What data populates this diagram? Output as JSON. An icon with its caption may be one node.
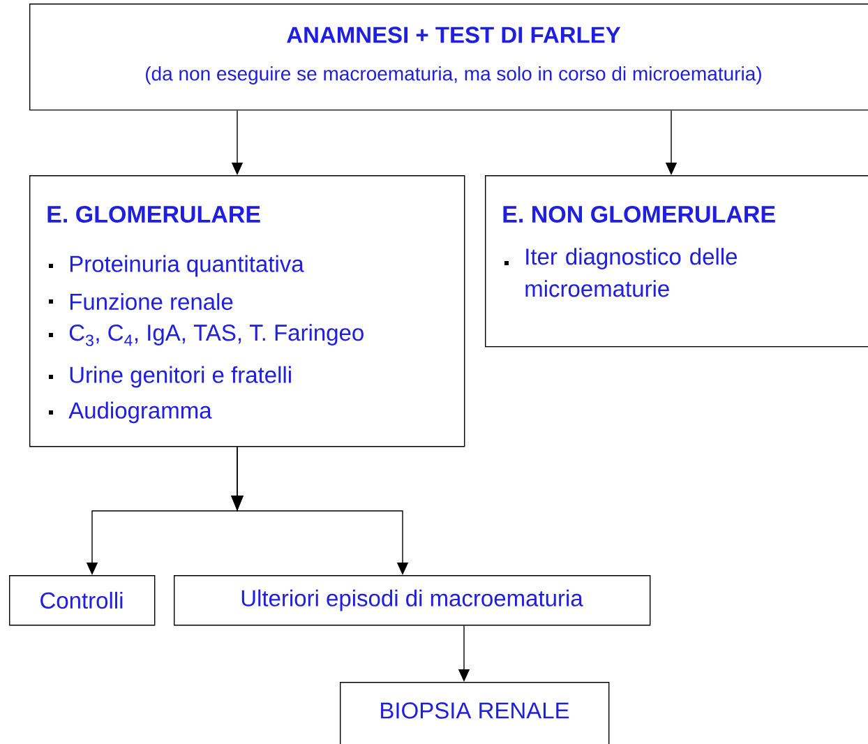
{
  "diagram": {
    "nodes": [
      {
        "text": [
          "ANAMNESI + TEST DI FARLEY",
          "(da non eseguire se macroematuria, ma solo in corso di microematuria)"
        ]
      },
      {
        "text": [
          "E. GLOMERULARE",
          "Proteinuria quantitativa",
          "Funzione renale",
          "C$_{3}$, C$_{4}$, IgA, TAS, T. Faringeo",
          "Urine genitori e fratelli",
          "Audiogramma"
        ]
      },
      {
        "text": [
          "E. NON GLOMERULARE",
          "Iter diagnostico delle microematurie"
        ]
      },
      {
        "text": [
          "Controlli"
        ]
      },
      {
        "text": [
          "Ulteriori episodi di macroematuria"
        ]
      },
      {
        "text": [
          "BIOPSIA RENALE"
        ]
      }
    ],
    "edges": [
      {
        "from": 0,
        "to": 1,
        "arrow": "to"
      },
      {
        "from": 0,
        "to": 2,
        "arrow": "to"
      },
      {
        "from": 1,
        "to": 3,
        "arrow": "to"
      },
      {
        "from": 1,
        "to": 4,
        "arrow": "to"
      },
      {
        "from": 4,
        "to": 5,
        "arrow": "to"
      }
    ]
  }
}
